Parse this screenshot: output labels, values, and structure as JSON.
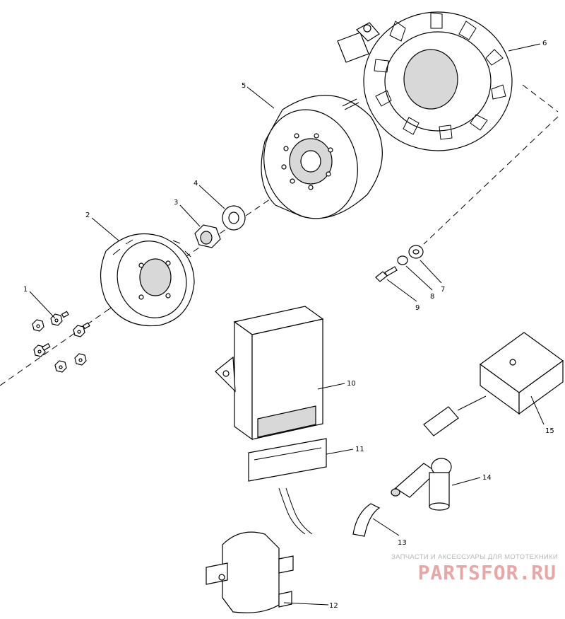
{
  "callouts": {
    "c1": "1",
    "c2": "2",
    "c3": "3",
    "c4": "4",
    "c5": "5",
    "c6": "6",
    "c7": "7",
    "c8": "8",
    "c9": "9",
    "c10": "10",
    "c11": "11",
    "c12": "12",
    "c13": "13",
    "c14": "14",
    "c15": "15"
  },
  "watermark": {
    "subtitle": "ЗАПЧАСТИ И АКСЕССУАРЫ ДЛЯ МОТОТЕХНИКИ",
    "brand": "PARTSFOR.RU",
    "color": "#e8a6a6"
  }
}
